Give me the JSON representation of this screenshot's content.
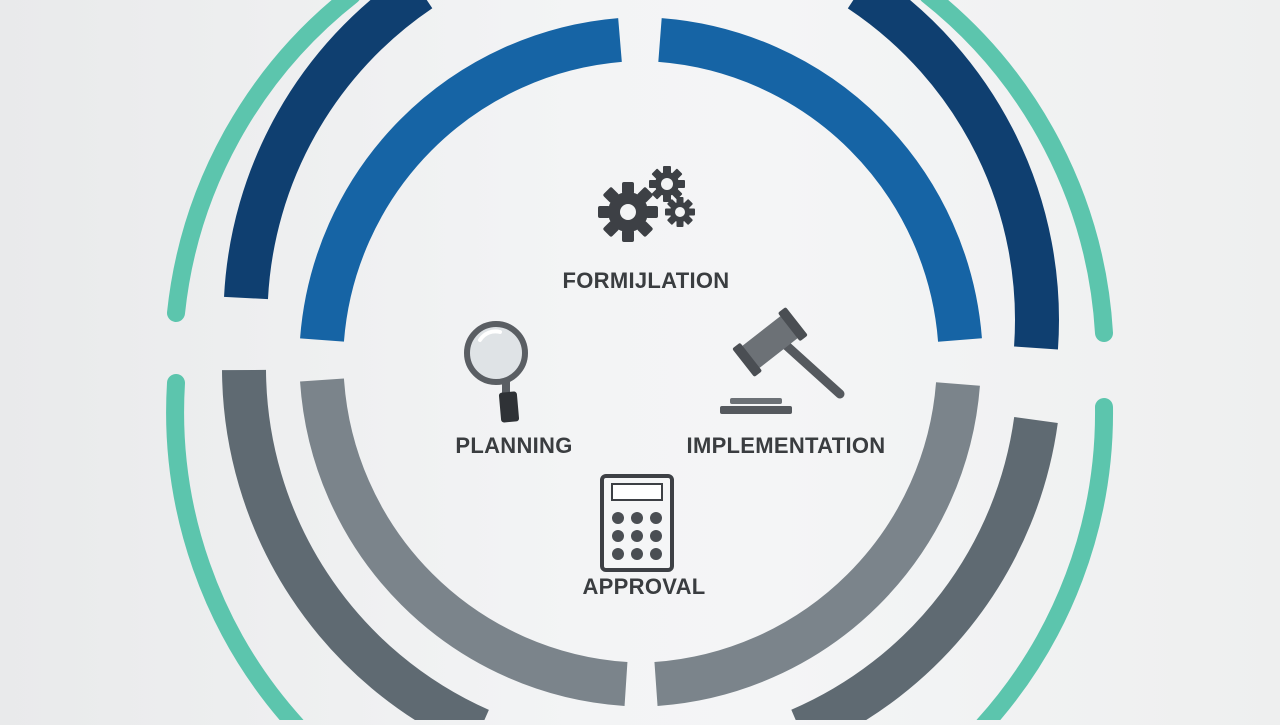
{
  "diagram": {
    "stages": [
      {
        "id": "formulation",
        "label": "FORMIJLATION",
        "icon": "gears-icon"
      },
      {
        "id": "planning",
        "label": "PLANNING",
        "icon": "magnifying-glass-icon"
      },
      {
        "id": "implementation",
        "label": "IMPLEMENTATION",
        "icon": "gavel-icon"
      },
      {
        "id": "approval",
        "label": "APPROVAL",
        "icon": "calculator-icon"
      }
    ],
    "colors": {
      "outer_ring": "#5cc5ad",
      "top_outer_band": "#0f3f70",
      "top_inner_band": "#1664a5",
      "bottom_outer_band": "#5f6a72",
      "bottom_inner_band": "#7b848b",
      "icon": "#3d4045"
    }
  }
}
